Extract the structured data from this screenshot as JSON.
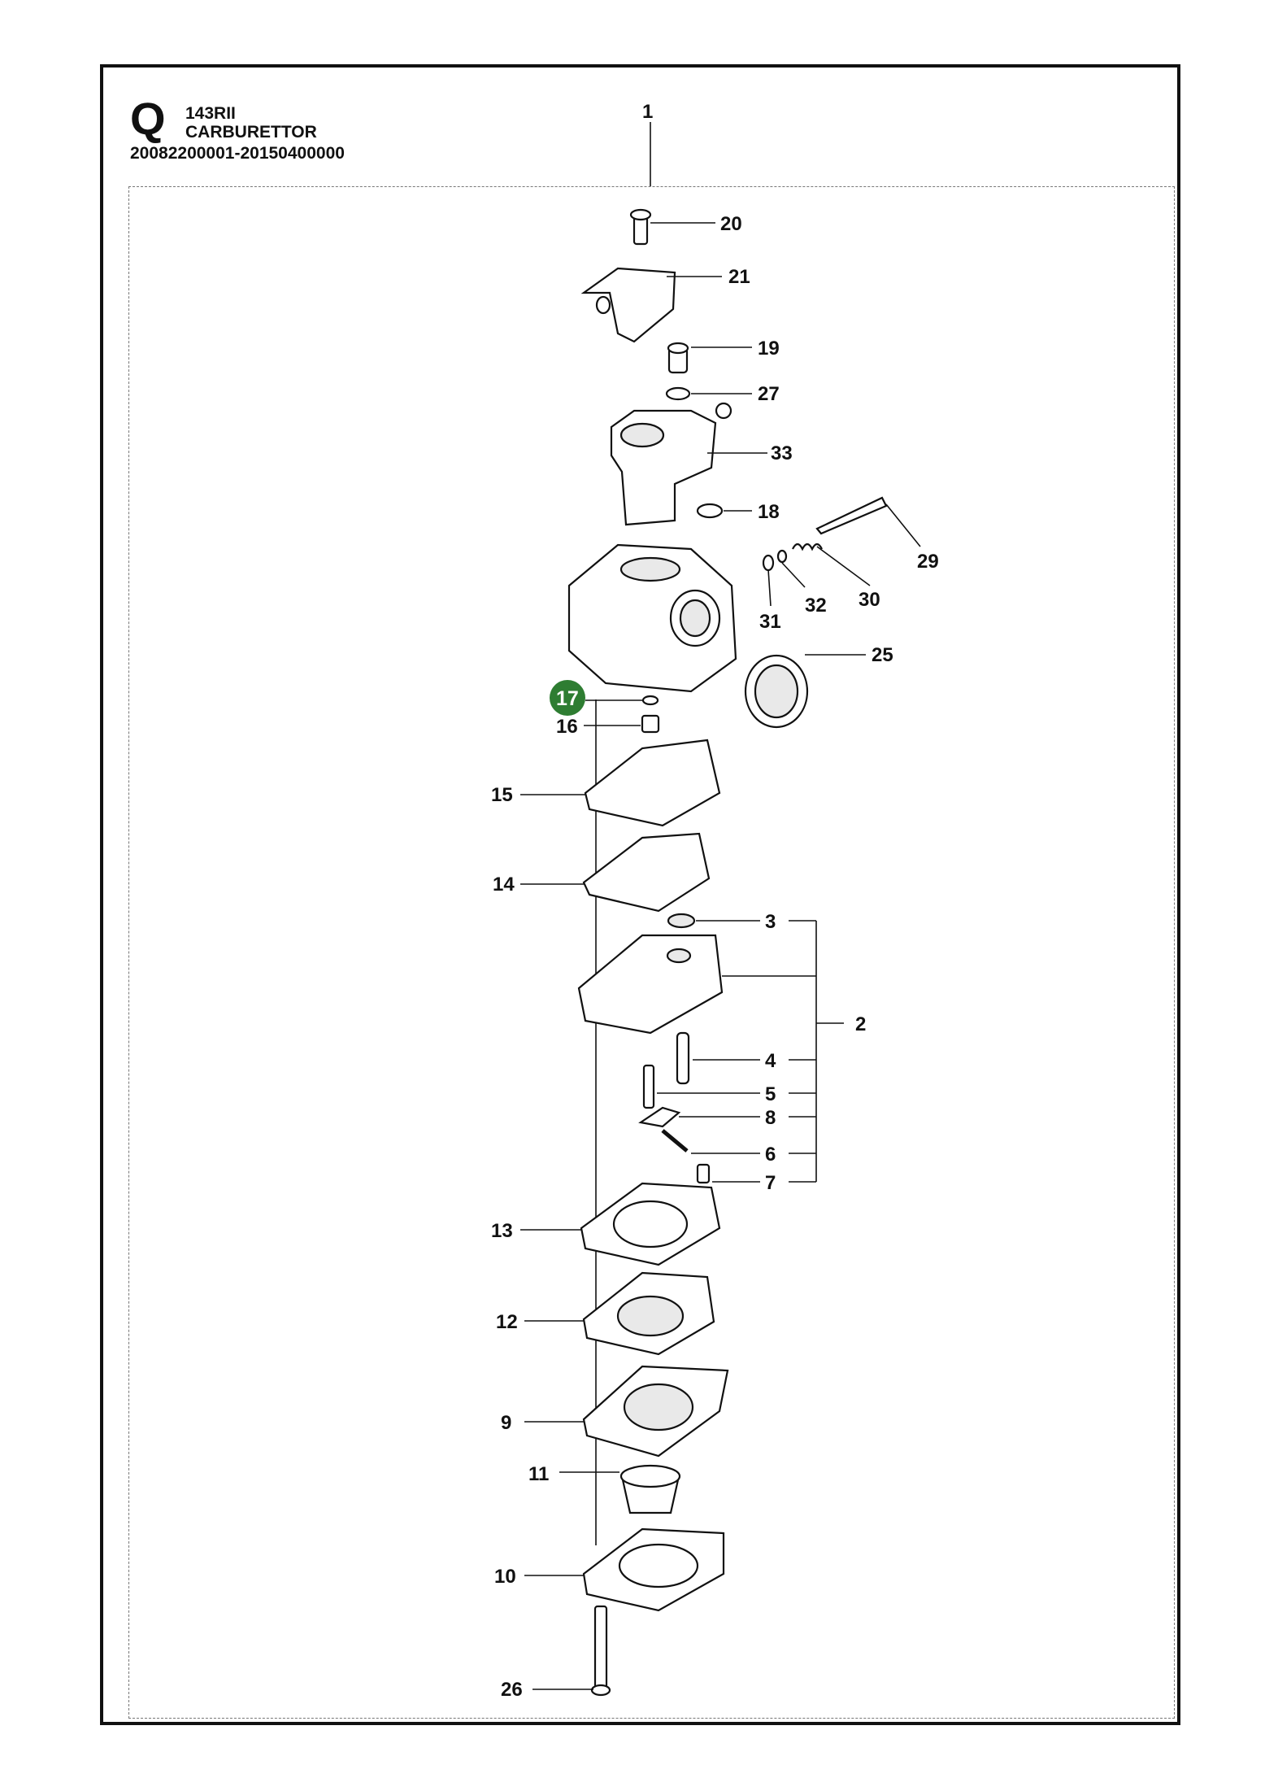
{
  "header": {
    "section_letter": "Q",
    "model": "143RII",
    "title": "CARBURETTOR",
    "serial_range": "20082200001-20150400000"
  },
  "colors": {
    "highlight_badge": "#2e7d32",
    "line": "#111111"
  },
  "callouts": {
    "p1": "1",
    "p2": "2",
    "p3": "3",
    "p4": "4",
    "p5": "5",
    "p6": "6",
    "p7": "7",
    "p8": "8",
    "p9": "9",
    "p10": "10",
    "p11": "11",
    "p12": "12",
    "p13": "13",
    "p14": "14",
    "p15": "15",
    "p16": "16",
    "p17": "17",
    "p18": "18",
    "p19": "19",
    "p20": "20",
    "p21": "21",
    "p25": "25",
    "p26": "26",
    "p27": "27",
    "p29": "29",
    "p30": "30",
    "p31": "31",
    "p32": "32",
    "p33": "33"
  },
  "highlighted_part": "17"
}
